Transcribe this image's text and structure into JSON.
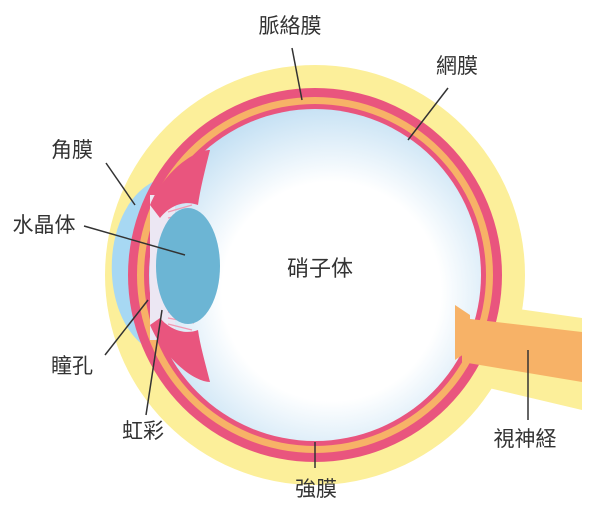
{
  "labels": {
    "choroid": "脈絡膜",
    "retina": "網膜",
    "cornea": "角膜",
    "lens": "水晶体",
    "vitreous": "硝子体",
    "pupil": "瞳孔",
    "iris": "虹彩",
    "sclera": "強膜",
    "optic_nerve": "視神経"
  },
  "colors": {
    "sclera": "#fcef9a",
    "choroid": "#e9557e",
    "retina": "#f7b267",
    "vitreous_center": "#ffffff",
    "vitreous_edge": "#bcdcf2",
    "lens": "#6cb5d4",
    "cornea": "#a7d8f3",
    "aqueous": "#ece7f3",
    "optic_nerve": "#f7b267",
    "leader": "#333333"
  }
}
